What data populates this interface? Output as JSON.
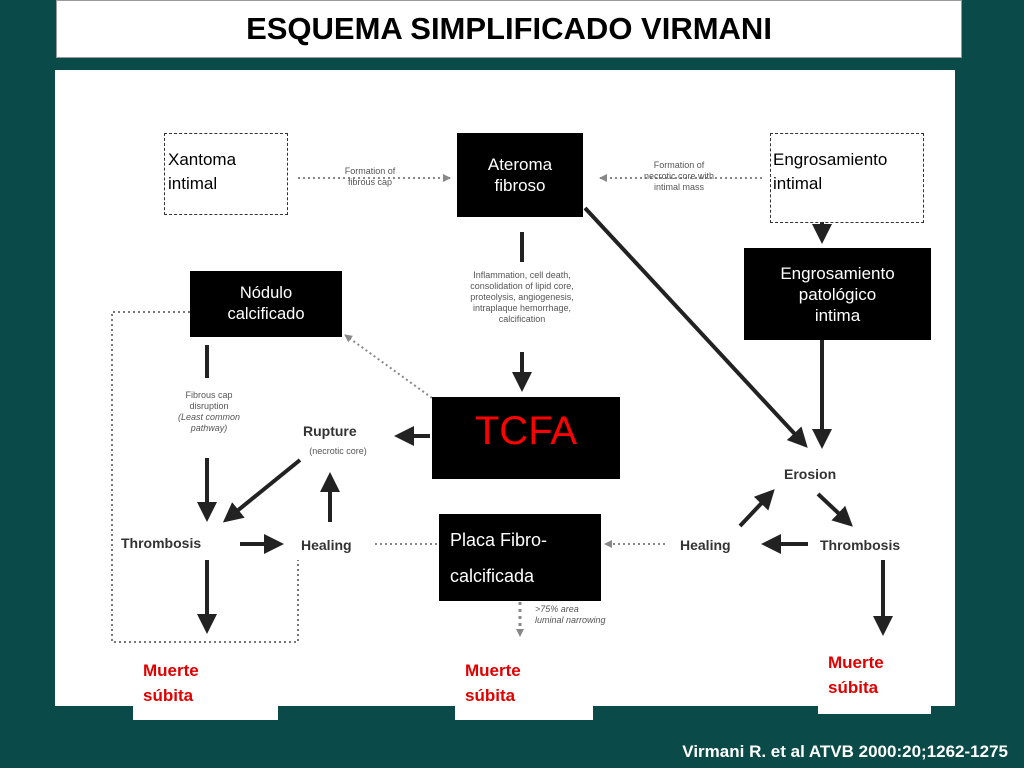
{
  "title": "ESQUEMA SIMPLIFICADO VIRMANI",
  "citation": "Virmani R. et al ATVB 2000:20;1262-1275",
  "nodes": {
    "xantoma": [
      "Xantoma",
      "intimal"
    ],
    "ateroma": [
      "Ateroma",
      "fibroso"
    ],
    "engrosamiento_intimal": [
      "Engrosamiento",
      "intimal"
    ],
    "engrosamiento_patologico": [
      "Engrosamiento",
      "patológico",
      "intima"
    ],
    "nodulo": [
      "Nódulo",
      "calcificado"
    ],
    "tcfa": "TCFA",
    "placa": [
      "Placa Fibro-",
      "calcificada"
    ]
  },
  "labels": {
    "formation_fibrous_cap": [
      "Formation of",
      "fibrous cap"
    ],
    "formation_necrotic": [
      "Formation of",
      "necrotic core with",
      "intimal mass"
    ],
    "inflammation": [
      "Inflammation, cell death,",
      "consolidation of lipid core,",
      "proteolysis, angiogenesis,",
      "intraplaque hemorrhage,",
      "calcification"
    ],
    "fibrous_cap_disruption": [
      "Fibrous cap",
      "disruption",
      "(Least common",
      "pathway)"
    ],
    "rupture": "Rupture",
    "necrotic_core": "(necrotic core)",
    "thrombosis_left": "Thrombosis",
    "healing_left": "Healing",
    "healing_right": "Healing",
    "thrombosis_right": "Thrombosis",
    "erosion": "Erosion",
    "luminal": [
      ">75% area",
      "luminal narrowing"
    ]
  },
  "outcomes": [
    [
      "Muerte",
      "súbita"
    ],
    [
      "Muerte",
      "súbita"
    ],
    [
      "Muerte",
      "súbita"
    ]
  ],
  "colors": {
    "background": "#0a4a48",
    "outcome_text": "#e00000",
    "tcfa_text": "#ff0000"
  }
}
